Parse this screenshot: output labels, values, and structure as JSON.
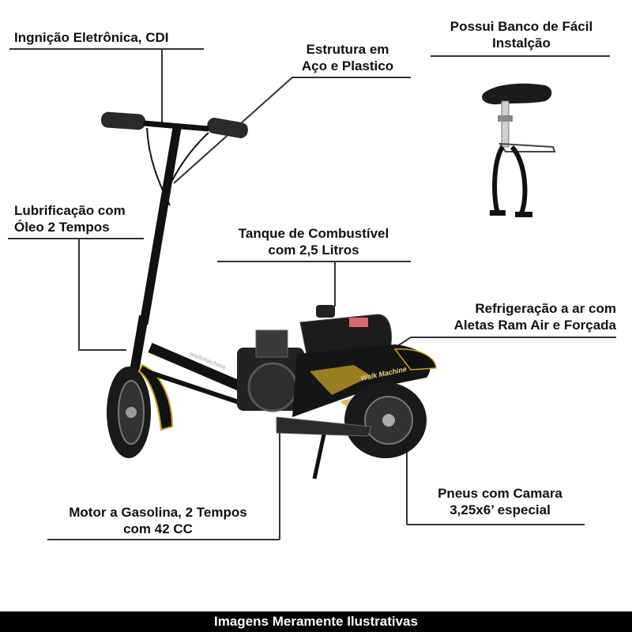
{
  "labels": {
    "ignition": [
      "Ingnição Eletrônica, CDI"
    ],
    "structure": [
      "Estrutura em",
      "Aço e Plastico"
    ],
    "seat": [
      "Possui Banco de Fácil",
      "Instalção"
    ],
    "lubrication": [
      "Lubrificação com",
      "Óleo 2 Tempos"
    ],
    "tank": [
      "Tanque de Combustível",
      "com 2,5 Litros"
    ],
    "cooling": [
      "Refrigeração a ar com",
      "Aletas Ram Air e Forçada"
    ],
    "tires": [
      "Pneus com Camara",
      "3,25x6’ especial"
    ],
    "motor": [
      "Motor a Gasolina, 2 Tempos",
      "com 42 CC"
    ]
  },
  "product_text": {
    "brand_logo": "Walk Machine",
    "frame_text": "walkmachine"
  },
  "footer": "Imagens Meramente Ilustrativas",
  "colors": {
    "ink": "#111111",
    "accent": "#c9a227",
    "footer_bg": "#000000"
  }
}
